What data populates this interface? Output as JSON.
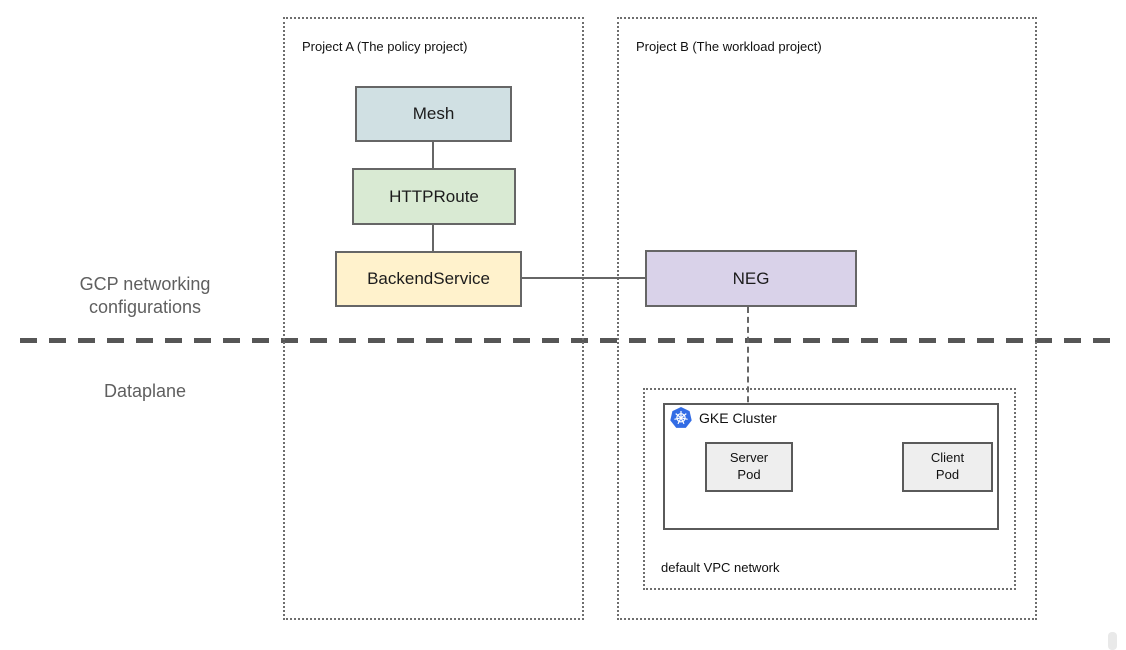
{
  "diagram": {
    "side_labels": {
      "configurations": "GCP networking configurations",
      "dataplane": "Dataplane"
    },
    "projects": {
      "a": {
        "label": "Project A (The policy project)"
      },
      "b": {
        "label": "Project B (The workload project)"
      }
    },
    "nodes": {
      "mesh": {
        "label": "Mesh",
        "fill": "#d0e0e3"
      },
      "httproute": {
        "label": "HTTPRoute",
        "fill": "#d9ead3"
      },
      "backendservice": {
        "label": "BackendService",
        "fill": "#fff2cc"
      },
      "neg": {
        "label": "NEG",
        "fill": "#d9d2e9"
      }
    },
    "cluster": {
      "label": "GKE Cluster",
      "icon": "kubernetes-icon",
      "icon_color": "#326ce5",
      "pods": {
        "server": {
          "label": "Server\nPod",
          "fill": "#eeeeee"
        },
        "client": {
          "label": "Client\nPod",
          "fill": "#eeeeee"
        }
      }
    },
    "vpc": {
      "label": "default VPC network"
    },
    "colors": {
      "line": "#666666",
      "divider": "#565656",
      "side_text": "#5f5f5f"
    }
  }
}
